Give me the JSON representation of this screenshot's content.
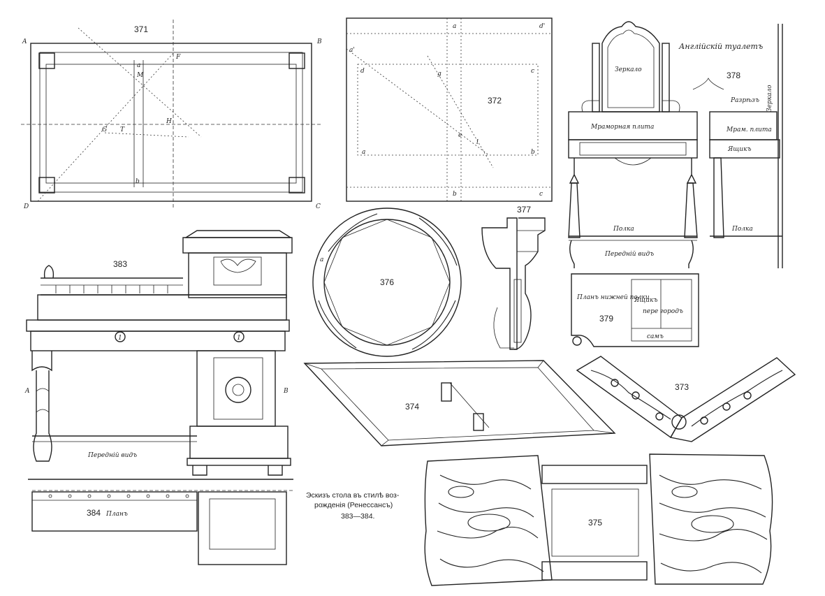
{
  "figures": {
    "f371": {
      "number": "371",
      "corner_letters": [
        "A",
        "B",
        "C",
        "D"
      ],
      "letters": [
        "F",
        "a",
        "M",
        "G",
        "H",
        "T",
        "b"
      ]
    },
    "f372": {
      "number": "372",
      "letters": [
        "a",
        "a'",
        "d",
        "d'",
        "c",
        "g",
        "e",
        "l",
        "a",
        "b",
        "b",
        "c"
      ]
    },
    "f373": {
      "number": "373"
    },
    "f374": {
      "number": "374"
    },
    "f375": {
      "number": "375"
    },
    "f376": {
      "number": "376",
      "letter": "a"
    },
    "f377": {
      "number": "377"
    },
    "f378": {
      "number": "378",
      "title": "Англійскій туалетъ",
      "labels": {
        "mirror": "Зеркало",
        "marble": "Мраморная плита",
        "shelf_front": "Полка",
        "front_view": "Передній видъ",
        "section": "Разрѣзъ",
        "marble_side": "Мрам. плита",
        "drawer": "Ящикъ",
        "shelf_side": "Полка",
        "mirror_side": "Зеркало"
      }
    },
    "f379": {
      "number": "379",
      "labels": {
        "plan": "Планъ нижней полки",
        "drawer": "Ящикъ",
        "partition": "пере городъ",
        "bottom": "самъ"
      }
    },
    "f383": {
      "number": "383",
      "side_letters": [
        "A",
        "B"
      ],
      "medallion": "1",
      "label": "Передній видъ"
    },
    "f384": {
      "number": "384",
      "label": "Планъ"
    }
  },
  "caption": {
    "line1": "Эскизъ стола въ стилѣ воз-",
    "line2": "рожденія (Ренессансъ)",
    "line3": "383—384."
  }
}
